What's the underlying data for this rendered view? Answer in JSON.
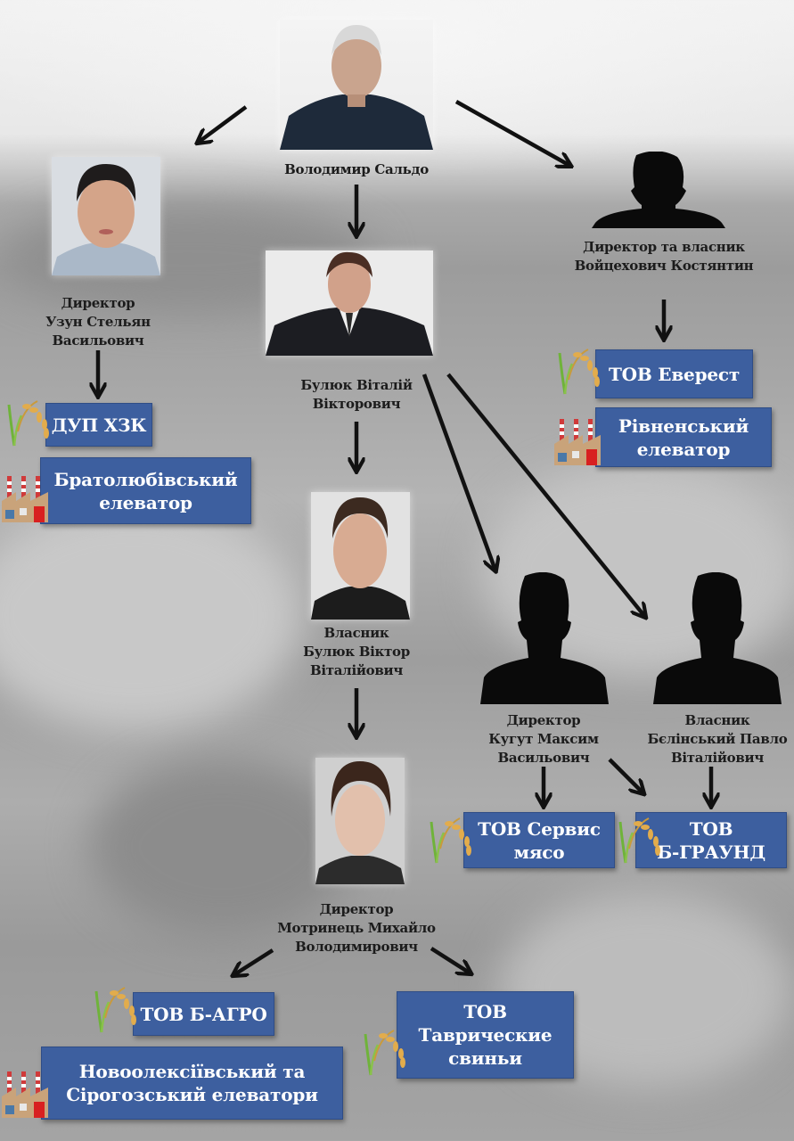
{
  "diagram": {
    "people": {
      "saldo": {
        "name": "Володимир Сальдо",
        "photo": "portrait-photo"
      },
      "uzun": {
        "role": "Директор",
        "name_line1": "Узун Стельян",
        "name_line2": "Васильович",
        "photo": "portrait-photo"
      },
      "voitsekhovych": {
        "role": "Директор та власник",
        "name_line1": "Войцехович Костянтин",
        "photo": "silhouette"
      },
      "buliuk_vitalii": {
        "name_line1": "Булюк Віталій",
        "name_line2": "Вікторович",
        "photo": "portrait-photo"
      },
      "buliuk_viktor": {
        "role": "Власник",
        "name_line1": "Булюк Віктор",
        "name_line2": "Віталійович",
        "photo": "portrait-photo"
      },
      "kuhut": {
        "role": "Директор",
        "name_line1": "Кугут Максим",
        "name_line2": "Васильович",
        "photo": "silhouette"
      },
      "belinskyi": {
        "role": "Власник",
        "name_line1": "Бєлінський Павло",
        "name_line2": "Віталійович",
        "photo": "silhouette"
      },
      "motrynets": {
        "role": "Директор",
        "name_line1": "Мотринець Михайло",
        "name_line2": "Володимирович",
        "photo": "portrait-photo"
      }
    },
    "companies": {
      "dup_hzk": {
        "label": "ДУП ХЗК",
        "icon": "wheat-icon"
      },
      "bratoliubivskyi": {
        "label": "Братолюбівський\nелеватор",
        "icon": "factory-icon"
      },
      "everest": {
        "label": "ТОВ Еверест",
        "icon": "wheat-icon"
      },
      "rivnenskyi": {
        "label": "Рівненський\nелеватор",
        "icon": "factory-icon"
      },
      "servis_miaso": {
        "label": "ТОВ Сервис\nмясо",
        "icon": "wheat-icon"
      },
      "b_graund": {
        "label": "ТОВ\nБ-ГРАУНД",
        "icon": "wheat-icon"
      },
      "b_agro": {
        "label": "ТОВ Б-АГРО",
        "icon": "wheat-icon"
      },
      "novooleksiivskyi": {
        "label": "Новоолексіївський та\nСірогозський елеватори",
        "icon": "factory-icon"
      },
      "tavricheskie": {
        "label": "ТОВ\nТаврические\nсвиньи",
        "icon": "wheat-icon"
      }
    },
    "colors": {
      "company_box": "#3d5f9f",
      "company_text": "#ffffff",
      "arrow": "#111111",
      "label_text": "#1c1c1c"
    }
  }
}
